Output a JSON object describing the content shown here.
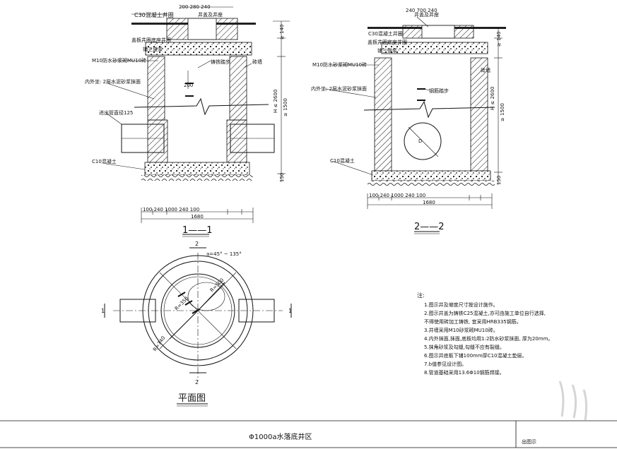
{
  "section1": {
    "title": "1——1",
    "labels": {
      "cover_top": "C30混凝土井圈",
      "cover_dim_top": "200   280   240",
      "cover_label": "井盖及井座",
      "ring_left": "盖板井圈底座井圈",
      "ring_left2": "铺三道浆",
      "mortar": "M10防水砂浆砌MU10砖",
      "inner_plaster": "内外坐: 2层水泥砂浆抹面",
      "ladder": "铸铁踏步",
      "pipe": "进出管直径125",
      "brick": "砖墙",
      "concrete": "C10混凝土",
      "dim_h1": "≥ 140",
      "dim_h2": "H ≤ 2600",
      "dim_h3": "≥ 1500",
      "dim_200": "200",
      "dim_bottom": "150",
      "dim_row": "100  240        1000        240  100",
      "dim_total": "1680"
    }
  },
  "section2": {
    "title": "2——2",
    "labels": {
      "cover_top": "井盖及井座",
      "cover_dim_top": "240    700    240",
      "ring": "C30混凝土井圈",
      "ring2": "盖板井圈底座井圈",
      "ring3": "铺三道浆",
      "mortar": "M10防水砂浆砌MU10砖",
      "inner_plaster": "内外坐: 2层水泥砂浆抹面",
      "ladder": "钢筋踏步",
      "brick": "砖墙",
      "concrete": "C10混凝土",
      "dia": "D",
      "dim_h1": "≥ 140",
      "dim_h2": "H ≤ 2600",
      "dim_h3": "≥ 1500",
      "dim_bottom": "150",
      "dim_row": "100  240        1000        240  100",
      "dim_total": "1680"
    }
  },
  "plan": {
    "title": "平面图",
    "marker_top": "2",
    "marker_bottom": "2",
    "marker_left": "1",
    "marker_right": "1",
    "angle": "a=45° ~ 135°",
    "r1": "R=740",
    "r2": "R=500",
    "r3": "R=350"
  },
  "notes": {
    "title": "注:",
    "items": [
      "1.图示井及坡度尺寸按设计施作。",
      "2.图示井盖为铸铁C25混凝土,亦可由施工单位自行选择,",
      "  不得使用砖加工铸铁, 宜采用HRB335钢筋。",
      "3.井墙采用M10砂浆砌MU10砖。",
      "4.内外抹面,抹面,底板均用1:2防水砂浆抹面, 厚为20mm。",
      "5.抹角砂浆及勾缝,勾缝不应有裂缝。",
      "6.图示井底板下铺100mm厚C10混凝土垫层。",
      "7.b值参见设计图。",
      "8.管道基础采用13.6Φ10钢筋焊接。"
    ]
  },
  "footer": {
    "title": "Φ1000a水落底井区",
    "corner": "出图示"
  }
}
